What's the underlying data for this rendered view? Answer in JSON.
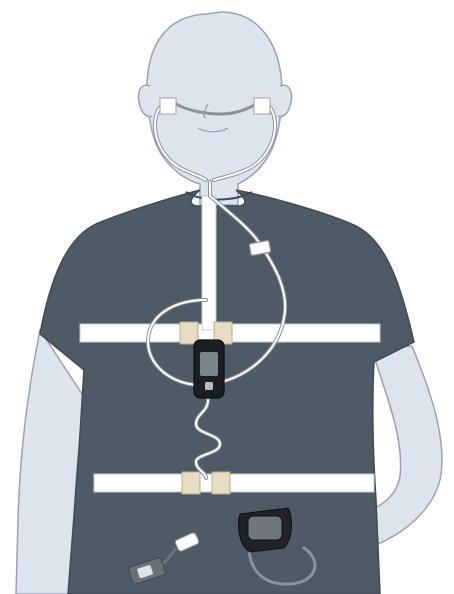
{
  "figure": {
    "subject": "person-wearing-sleep-monitoring-device",
    "colors": {
      "background": "#ffffff",
      "skin": "#dde4ee",
      "skin_outline": "#9aa3af",
      "shirt": "#4e5b66",
      "shirt_outline": "#3f4a54",
      "strap": "#ffffff",
      "clip": "#e8dcc4",
      "tube": "#ffffff",
      "tube_outline": "#8b939c",
      "device": "#1c1f22",
      "device_screen": "#7d858c",
      "watch_band": "#1f2326",
      "watch_face": "#6f777e",
      "sensor": "#6a7178"
    },
    "parts": [
      "head-outline",
      "nasal-cannula",
      "chest-belt",
      "abdomen-belt",
      "recording-device",
      "pressure-tube",
      "wrist-unit",
      "finger-oximeter"
    ]
  }
}
